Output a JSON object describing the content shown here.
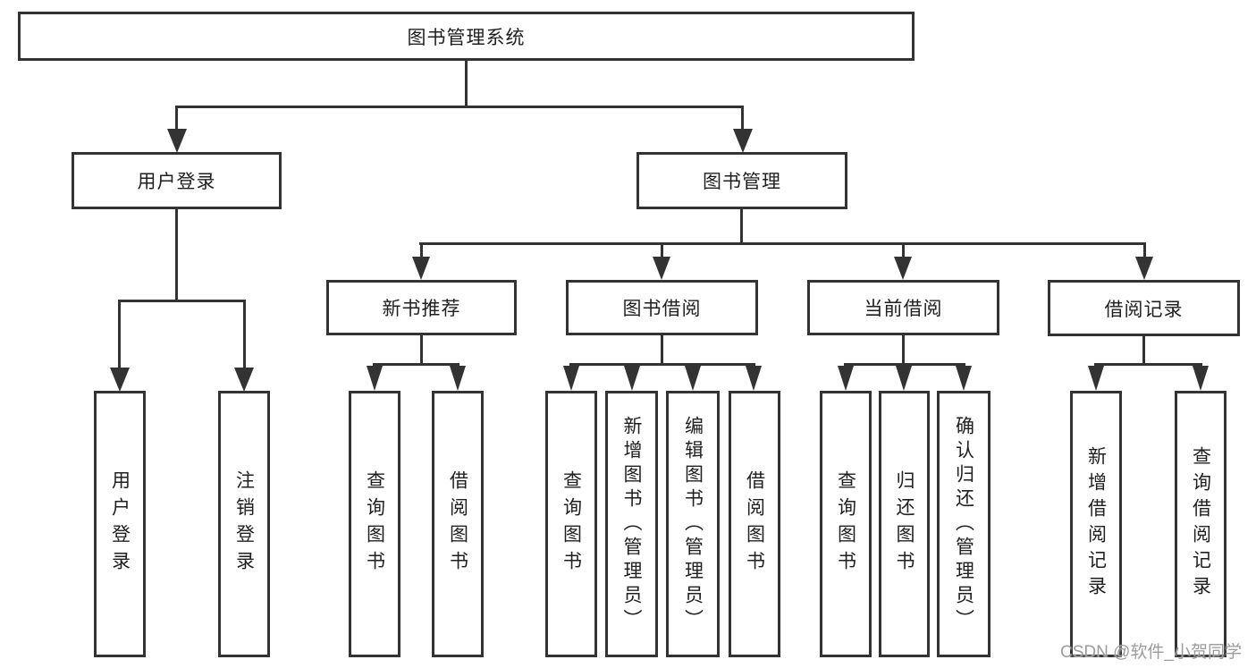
{
  "colors": {
    "line": "#333333",
    "box_border": "#333333",
    "text": "#1f1f1f",
    "background": "#ffffff",
    "watermark": "#9c9c9c"
  },
  "diagram": {
    "type": "hierarchy-tree",
    "root": {
      "label": "图书管理系统",
      "children": [
        {
          "label": "用户登录",
          "children": [
            {
              "label": "用户登录"
            },
            {
              "label": "注销登录"
            }
          ]
        },
        {
          "label": "图书管理",
          "children": [
            {
              "label": "新书推荐",
              "children": [
                {
                  "label": "查询图书"
                },
                {
                  "label": "借阅图书"
                }
              ]
            },
            {
              "label": "图书借阅",
              "children": [
                {
                  "label": "查询图书"
                },
                {
                  "label": "新增图书（管理员）"
                },
                {
                  "label": "编辑图书（管理员）"
                },
                {
                  "label": "借阅图书"
                }
              ]
            },
            {
              "label": "当前借阅",
              "children": [
                {
                  "label": "查询图书"
                },
                {
                  "label": "归还图书"
                },
                {
                  "label": "确认归还（管理员）"
                }
              ]
            },
            {
              "label": "借阅记录",
              "children": [
                {
                  "label": "新增借阅记录"
                },
                {
                  "label": "查询借阅记录"
                }
              ]
            }
          ]
        }
      ]
    }
  },
  "watermark": {
    "text": "CSDN @软件_小贺同学"
  }
}
